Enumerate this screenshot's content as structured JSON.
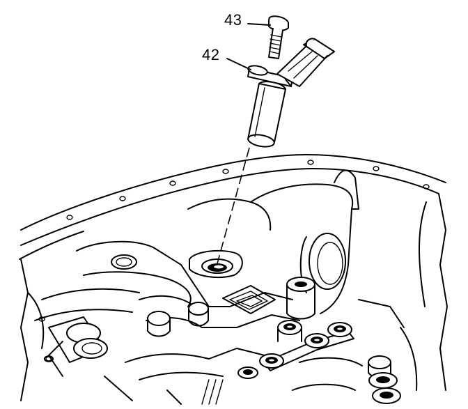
{
  "callouts": [
    {
      "label": "43",
      "part": "bolt"
    },
    {
      "label": "42",
      "part": "sensor"
    }
  ]
}
